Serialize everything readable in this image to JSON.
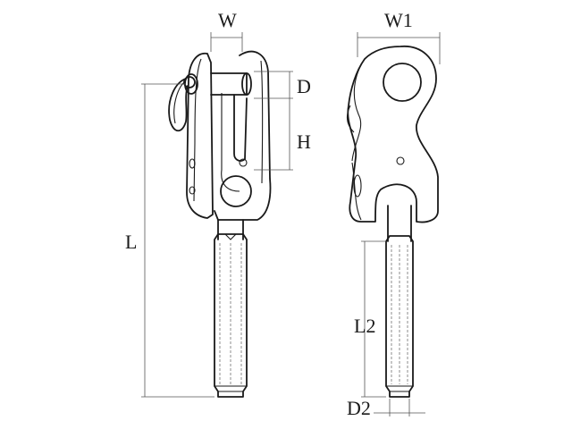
{
  "dimensions": {
    "W": "W",
    "W1": "W1",
    "D": "D",
    "H": "H",
    "L": "L",
    "L2": "L2",
    "D2": "D2"
  }
}
